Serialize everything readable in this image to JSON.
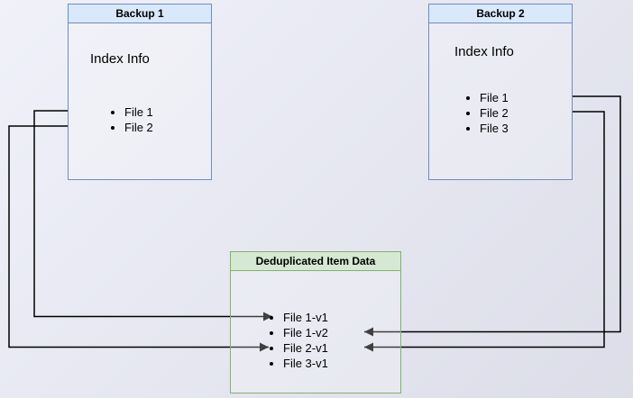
{
  "diagram": {
    "backup1": {
      "title": "Backup 1",
      "subtitle": "Index Info",
      "files": [
        "File 1",
        "File 2"
      ]
    },
    "backup2": {
      "title": "Backup 2",
      "subtitle": "Index Info",
      "files": [
        "File 1",
        "File 2",
        "File 3"
      ]
    },
    "dedup": {
      "title": "Deduplicated Item Data",
      "items": [
        "File 1-v1",
        "File 1-v2",
        "File 2-v1",
        "File 3-v1"
      ]
    },
    "edges": [
      {
        "from": "Backup 1 / File 1",
        "to": "File 1-v1"
      },
      {
        "from": "Backup 1 / File 2",
        "to": "File 2-v1"
      },
      {
        "from": "Backup 2 / File 1",
        "to": "File 1-v2"
      },
      {
        "from": "Backup 2 / File 2",
        "to": "File 2-v1"
      }
    ],
    "colors": {
      "background": "#e7e8f2",
      "blue_fill": "#dae8fc",
      "blue_border": "#6c8ebf",
      "green_fill": "#d5e8d4",
      "green_border": "#82b366",
      "line": "#000000"
    }
  }
}
